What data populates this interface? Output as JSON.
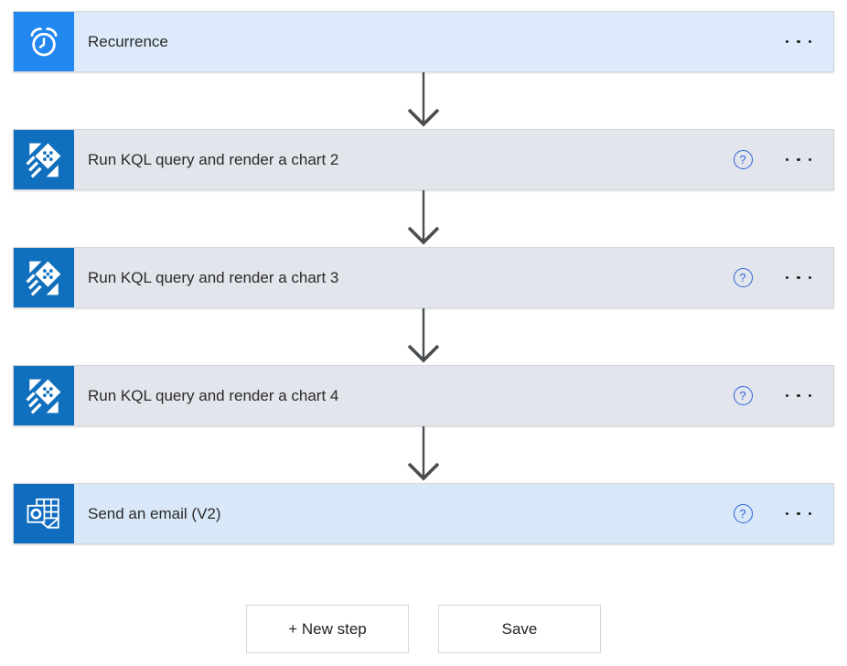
{
  "workflow": {
    "steps": [
      {
        "title": "Recurrence",
        "icon": "alarm-clock-icon",
        "has_help": false,
        "tile_color": "#2287EF",
        "body_color": "#DCEAFB"
      },
      {
        "title": "Run KQL query and render a chart 2",
        "icon": "kql-chart-icon",
        "has_help": true,
        "tile_color": "#1070BE",
        "body_color": "#E2E5EC"
      },
      {
        "title": "Run KQL query and render a chart 3",
        "icon": "kql-chart-icon",
        "has_help": true,
        "tile_color": "#1070BE",
        "body_color": "#E2E5EC"
      },
      {
        "title": "Run KQL query and render a chart 4",
        "icon": "kql-chart-icon",
        "has_help": true,
        "tile_color": "#1070BE",
        "body_color": "#E2E5EC"
      },
      {
        "title": "Send an email (V2)",
        "icon": "outlook-email-icon",
        "has_help": true,
        "tile_color": "#0F6CBE",
        "body_color": "#D8E8F8"
      }
    ],
    "help_label": "?"
  },
  "footer": {
    "new_step_label": "+ New step",
    "save_label": "Save"
  },
  "colors": {
    "page_background": "#FFFFFF",
    "card_border": "#D4D6DA",
    "arrow": "#4A4D50",
    "help_accent": "#2E62D9",
    "menu_dots": "#242424",
    "title_text": "#2B2A29",
    "button_border": "#D8D8D8",
    "button_text": "#24221F"
  }
}
